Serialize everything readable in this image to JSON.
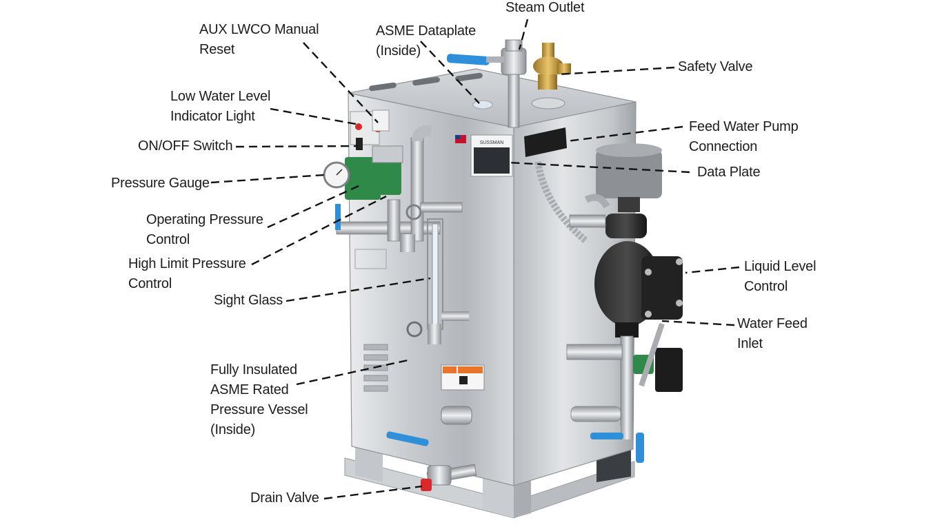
{
  "labels": {
    "steam_outlet": [
      "Steam Outlet"
    ],
    "asme_dataplate": [
      "ASME Dataplate",
      "(Inside)"
    ],
    "aux_lwco": [
      "AUX LWCO Manual",
      "Reset"
    ],
    "safety_valve": [
      "Safety Valve"
    ],
    "low_water": [
      "Low Water Level",
      "Indicator Light"
    ],
    "feed_pump": [
      "Feed Water Pump",
      "Connection"
    ],
    "on_off": [
      "ON/OFF Switch"
    ],
    "data_plate": [
      "Data Plate"
    ],
    "pressure_gauge": [
      "Pressure Gauge"
    ],
    "operating_pressure": [
      "Operating Pressure",
      "Control"
    ],
    "liquid_level": [
      "Liquid Level",
      "Control"
    ],
    "high_limit": [
      "High Limit Pressure",
      "Control"
    ],
    "sight_glass": [
      "Sight Glass"
    ],
    "water_feed": [
      "Water Feed",
      "Inlet"
    ],
    "insulated_vessel": [
      "Fully Insulated",
      "ASME Rated",
      "Pressure Vessel",
      "(Inside)"
    ],
    "drain_valve": [
      "Drain Valve"
    ]
  },
  "product": {
    "brand_plate": "SUSSMAN"
  },
  "colors": {
    "label_text": "#1c1c1c",
    "leader_line": "#111111",
    "steel_light": "#e4e6e8",
    "steel_dark": "#9a9da1",
    "valve_handle": "#2f8fd8",
    "valve_green": "#2f8a4a",
    "pump_black": "#1a1a1a",
    "indicator_red": "#d82a2a",
    "brass": "#c79a3a"
  }
}
